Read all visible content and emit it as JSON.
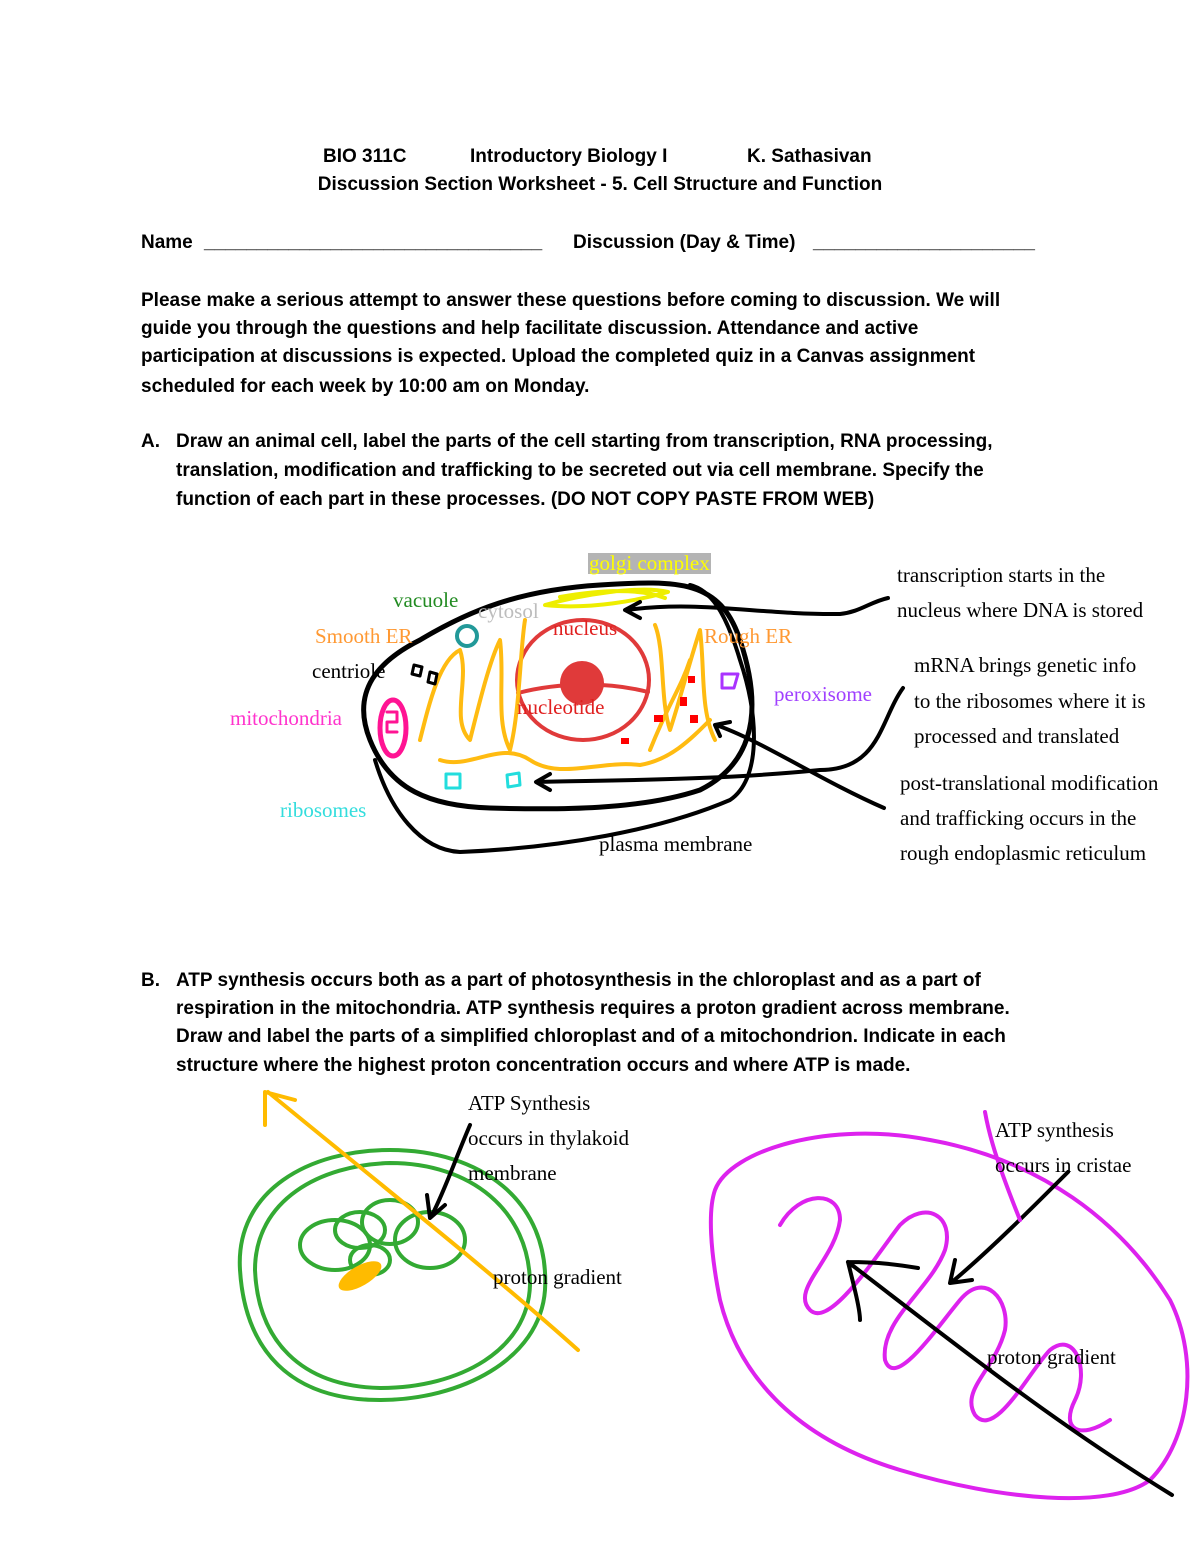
{
  "header": {
    "course": "BIO 311C",
    "course_title": "Introductory Biology I",
    "instructor": "K. Sathasivan",
    "subtitle": "Discussion Section Worksheet - 5. Cell Structure and Function"
  },
  "fields": {
    "name_label": "Name",
    "name_blank": "________________________________",
    "discussion_label": "Discussion (Day & Time)",
    "discussion_blank": "_____________________"
  },
  "instructions": [
    "Please make a serious attempt to answer these questions before coming to discussion. We will",
    "guide you through the questions and help facilitate discussion. Attendance and active",
    "participation at discussions is expected. Upload the completed quiz in a Canvas assignment",
    "scheduled for each week by 10:00 am on Monday."
  ],
  "question_a": {
    "marker": "A.",
    "lines": [
      "Draw an animal cell, label the parts of the cell starting from transcription, RNA processing,",
      "translation, modification and trafficking to be secreted out via cell membrane. Specify the",
      "function of each part in these processes. (DO NOT COPY PASTE FROM WEB)"
    ],
    "labels": {
      "golgi": "golgi complex",
      "vacuole": "vacuole",
      "cytosol": "cytosol",
      "smooth_er": "Smooth ER",
      "nucleus": "nucleus",
      "rough_er": "Rough ER",
      "centriole": "centriole",
      "mitochondria": "mitochondria",
      "nucleotide": "nucleotide",
      "peroxisome": "peroxisome",
      "ribosomes": "ribosomes",
      "plasma_membrane": "plasma membrane"
    },
    "notes": [
      [
        "transcription starts in the",
        "nucleus where DNA is stored"
      ],
      [
        "mRNA brings genetic info",
        "to the ribosomes where it is",
        "processed and translated"
      ],
      [
        "post-translational modification",
        "and trafficking occurs in the",
        "rough endoplasmic reticulum"
      ]
    ]
  },
  "question_b": {
    "marker": "B.",
    "lines": [
      "ATP synthesis occurs both as a part of photosynthesis in the chloroplast and as a part of",
      "respiration in the mitochondria. ATP synthesis requires a proton gradient across membrane.",
      "Draw and label the parts of a simplified chloroplast and of a mitochondrion. Indicate in each",
      "structure where the highest proton concentration occurs and where ATP is made."
    ],
    "chloroplast_labels": [
      "ATP Synthesis",
      "occurs in thylakoid",
      "membrane",
      "proton gradient"
    ],
    "mitochondrion_labels": [
      "ATP synthesis",
      "occurs in cristae",
      "proton gradient"
    ]
  },
  "colors": {
    "golgi": "#ffff00",
    "golgi_bg": "#b4b4b4",
    "vacuole": "#228b22",
    "cytosol": "#bdbdbd",
    "er": "#ff9933",
    "nucleus": "#e02020",
    "mitochondria": "#ff33cc",
    "peroxisome": "#a040ff",
    "ribosomes": "#33dddd",
    "chloroplast": "#33aa33",
    "mito_drawing": "#dd22ee",
    "arrow_orange": "#ffbb00"
  }
}
